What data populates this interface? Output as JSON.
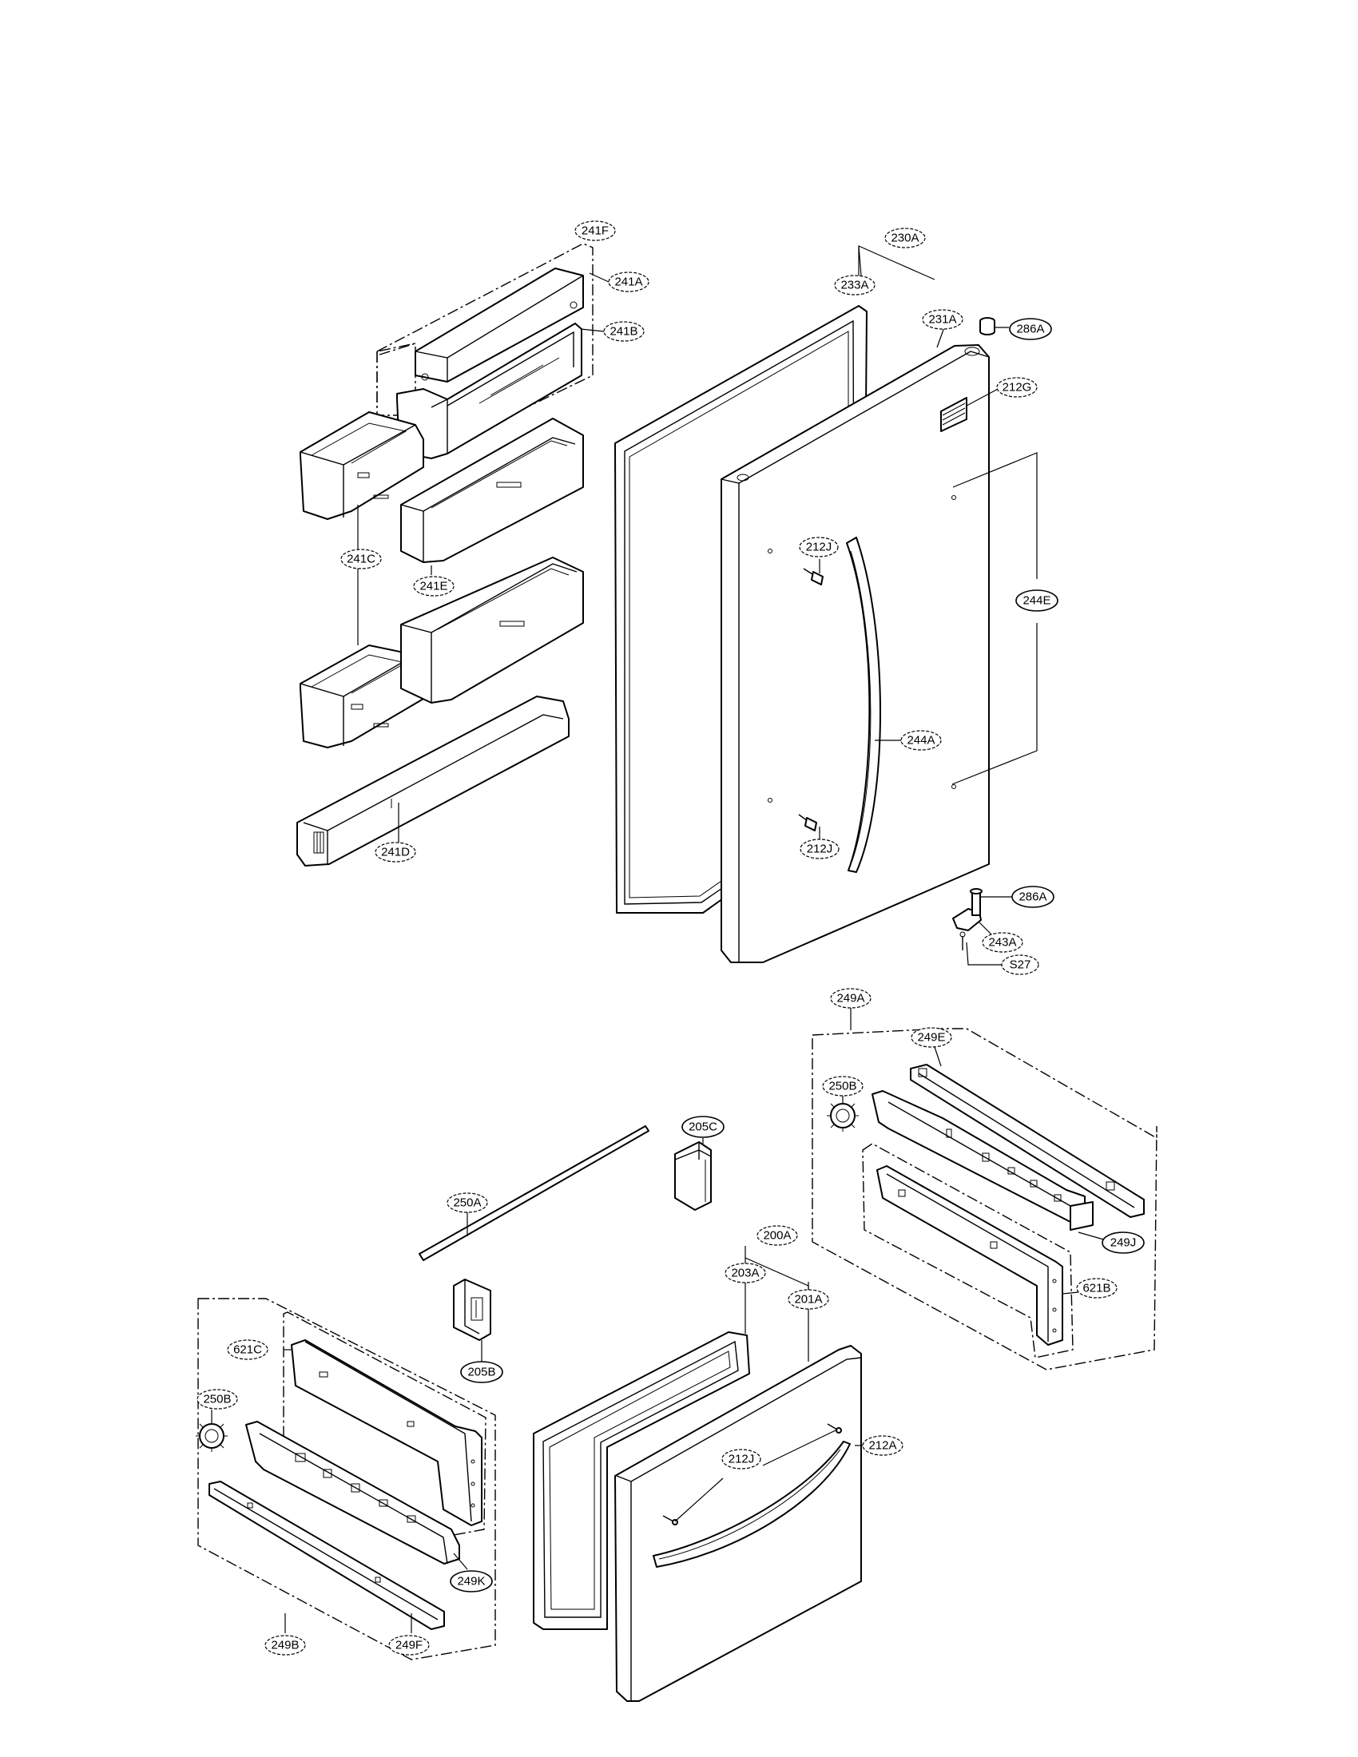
{
  "labels": {
    "l241F": "241F",
    "l241A": "241A",
    "l241B": "241B",
    "l241C": "241C",
    "l241E": "241E",
    "l241D": "241D",
    "l230A": "230A",
    "l233A": "233A",
    "l231A": "231A",
    "l286A_top": "286A",
    "l212G": "212G",
    "l212J_top": "212J",
    "l244E": "244E",
    "l244A": "244A",
    "l212J_mid": "212J",
    "l286A_bot": "286A",
    "l243A": "243A",
    "lS27": "S27",
    "l249A": "249A",
    "l249E": "249E",
    "l250B_right": "250B",
    "l249J": "249J",
    "l621B": "621B",
    "l205C": "205C",
    "l250A": "250A",
    "l200A": "200A",
    "l203A": "203A",
    "l201A": "201A",
    "l205B": "205B",
    "l621C": "621C",
    "l250B_left": "250B",
    "l212J_bot": "212J",
    "l212A": "212A",
    "l249K": "249K",
    "l249B": "249B",
    "l249F": "249F"
  }
}
